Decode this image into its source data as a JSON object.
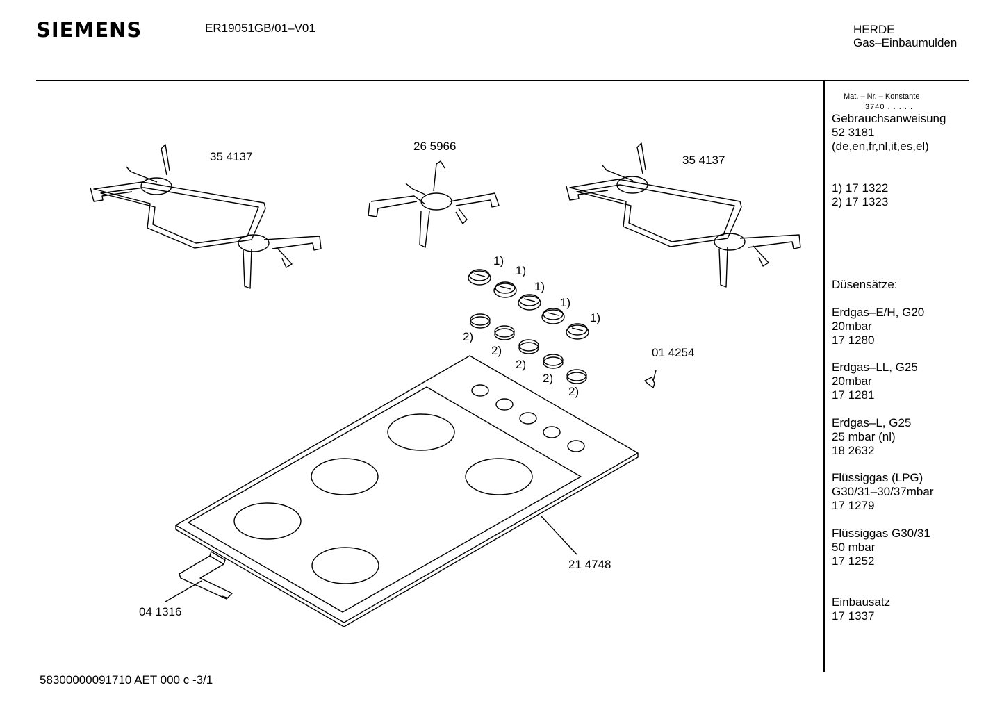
{
  "header": {
    "brand": "SIEMENS",
    "model": "ER19051GB/01–V01",
    "category_line1": "HERDE",
    "category_line2": "Gas–Einbaumulden"
  },
  "footer": {
    "doc_code": "58300000091710 AET 000 c  -3/1"
  },
  "sidebar": {
    "mat_konstante": "Mat. – Nr. – Konstante",
    "konstante_value": "3740  .  .  .  .  .",
    "lines": [
      "Gebrauchsanweisung",
      "52 3181",
      "(de,en,fr,nl,it,es,el)",
      "1)  17 1322",
      "2)  17 1323",
      "Düsensätze:",
      "Erdgas–E/H, G20",
      "20mbar",
      "17 1280",
      "Erdgas–LL, G25",
      "20mbar",
      "17 1281",
      "Erdgas–L, G25",
      "25 mbar (nl)",
      "18 2632",
      "Flüssiggas (LPG)",
      "G30/31–30/37mbar",
      "17 1279",
      "Flüssiggas G30/31",
      "50 mbar",
      "17 1252",
      "Einbausatz",
      "17 1337"
    ]
  },
  "parts": {
    "grate_left": "35 4137",
    "grate_center": "26 5966",
    "grate_right": "35 4137",
    "knob_ref": "1)",
    "ring_ref": "2)",
    "clip": "01 4254",
    "hob_top": "21 4748",
    "seal": "04 1316"
  }
}
